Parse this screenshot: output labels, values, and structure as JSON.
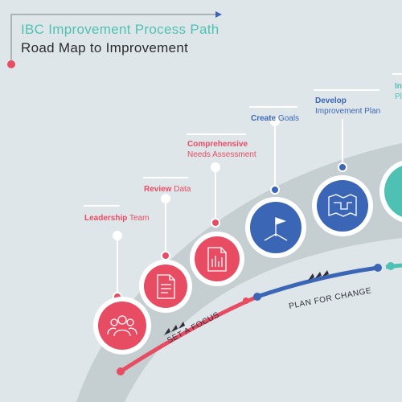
{
  "header": {
    "title_small_caps_1": "IBC Improvement Process Path",
    "title_small_caps_2": "Road Map to Improvement"
  },
  "colors": {
    "background": "#dfe6e9",
    "road": "#c5cfd2",
    "red": "#e84c63",
    "blue": "#3a66b5",
    "teal": "#4fc1b4",
    "dark": "#2b2b2b"
  },
  "steps": [
    {
      "bold": "Leadership",
      "rest": " Team",
      "line2": "",
      "color": "red",
      "icon": "team-icon"
    },
    {
      "bold": "Review",
      "rest": " Data",
      "line2": "",
      "color": "red",
      "icon": "document-icon"
    },
    {
      "bold": "Comprehensive",
      "rest": "",
      "line2": "Needs Assessment",
      "color": "red",
      "icon": "report-chart-icon"
    },
    {
      "bold": "Create",
      "rest": " Goals",
      "line2": "",
      "color": "blue",
      "icon": "flag-icon"
    },
    {
      "bold": "Develop",
      "rest": "",
      "line2": "Improvement Plan",
      "color": "blue",
      "icon": "map-icon"
    },
    {
      "bold": "In",
      "rest": "",
      "line2": "Pl",
      "color": "teal",
      "icon": ""
    }
  ],
  "phases": [
    {
      "label": "SET A FOCUS",
      "color": "red"
    },
    {
      "label": "PLAN FOR CHANGE",
      "color": "blue"
    }
  ]
}
